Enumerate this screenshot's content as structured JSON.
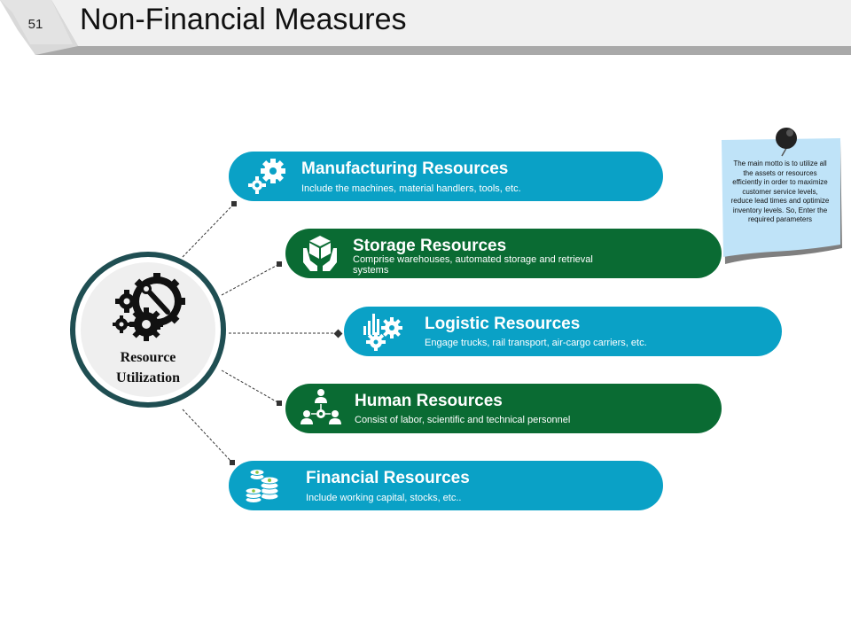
{
  "slide": {
    "number": "51",
    "title": "Non-Financial Measures"
  },
  "hub": {
    "label_line1": "Resource",
    "label_line2": "Utilization",
    "icon": "gears-wrench-icon"
  },
  "resources": [
    {
      "title": "Manufacturing Resources",
      "description": "Include the machines, material handlers, tools, etc.",
      "icon": "gears-icon",
      "color": "#0aa1c6"
    },
    {
      "title": "Storage Resources",
      "description": "Comprise warehouses, automated storage and retrieval systems",
      "icon": "box-hands-icon",
      "color": "#0a6b33"
    },
    {
      "title": "Logistic Resources",
      "description": "Engage trucks, rail transport, air-cargo carriers, etc.",
      "icon": "chart-gears-icon",
      "color": "#0aa1c6"
    },
    {
      "title": "Human Resources",
      "description": "Consist of labor, scientific and technical personnel",
      "icon": "people-network-icon",
      "color": "#0a6b33"
    },
    {
      "title": "Financial Resources",
      "description": "Include working capital, stocks, etc..",
      "icon": "coin-stacks-icon",
      "color": "#0aa1c6"
    }
  ],
  "note": {
    "text": "The main motto is to utilize all the assets or resources efficiently in order to maximize customer service levels, reduce lead times and optimize inventory levels. So, Enter the required parameters",
    "icon": "pushpin-icon"
  }
}
